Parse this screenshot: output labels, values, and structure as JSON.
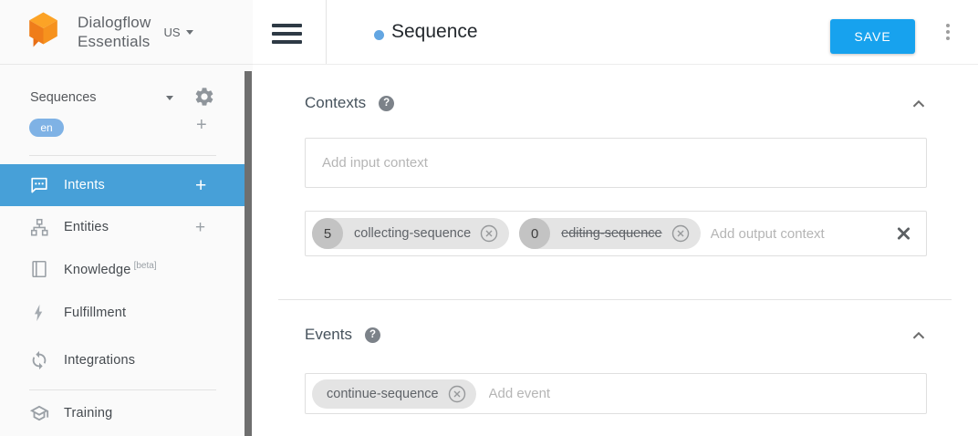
{
  "brand": {
    "line1": "Dialogflow",
    "line2": "Essentials",
    "region": "US"
  },
  "icons": {
    "plus": "+",
    "help": "?"
  },
  "sidebar": {
    "agent_name": "Sequences",
    "language": "en",
    "items": [
      {
        "label": "Intents"
      },
      {
        "label": "Entities"
      },
      {
        "label": "Knowledge",
        "badge": "[beta]"
      },
      {
        "label": "Fulfillment"
      },
      {
        "label": "Integrations"
      },
      {
        "label": "Training"
      }
    ]
  },
  "header": {
    "title": "Sequence",
    "save": "SAVE"
  },
  "contexts": {
    "title": "Contexts",
    "input_placeholder": "Add input context",
    "output_placeholder": "Add output context",
    "output_chips": [
      {
        "count": "5",
        "label": "collecting-sequence"
      },
      {
        "count": "0",
        "label": "editing-sequence"
      }
    ]
  },
  "events": {
    "title": "Events",
    "placeholder": "Add event",
    "chips": [
      {
        "label": "continue-sequence"
      }
    ]
  },
  "colors": {
    "active_item": "#47a0d8",
    "save_button": "#17a2ee",
    "language_pill": "#7fb2e5",
    "logo_orange": "#f6921e"
  }
}
